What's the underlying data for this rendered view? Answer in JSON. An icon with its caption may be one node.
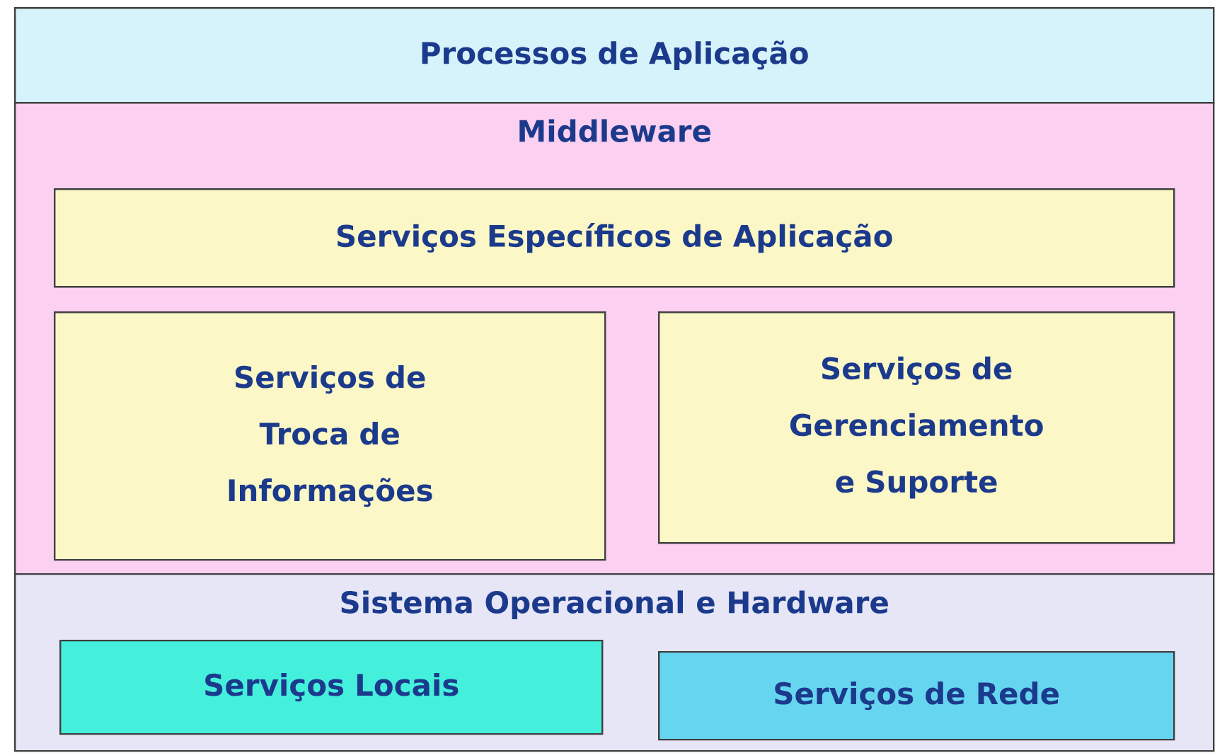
{
  "diagram": {
    "nodes": [
      {
        "text": [
          "Processos de Aplicação"
        ]
      },
      {
        "text": [
          "Middleware"
        ]
      },
      {
        "text": [
          "Serviços Específicos de Aplicação"
        ],
        "in": 1
      },
      {
        "text": [
          "Serviços de Troca de Informações"
        ],
        "in": 1
      },
      {
        "text": [
          "Serviços de Gerenciamento e Suporte"
        ],
        "in": 1
      },
      {
        "text": [
          "Sistema Operacional e Hardware"
        ]
      },
      {
        "text": [
          "Serviços Locais"
        ],
        "in": 5
      },
      {
        "text": [
          "Serviços de Rede"
        ],
        "in": 5
      }
    ]
  }
}
